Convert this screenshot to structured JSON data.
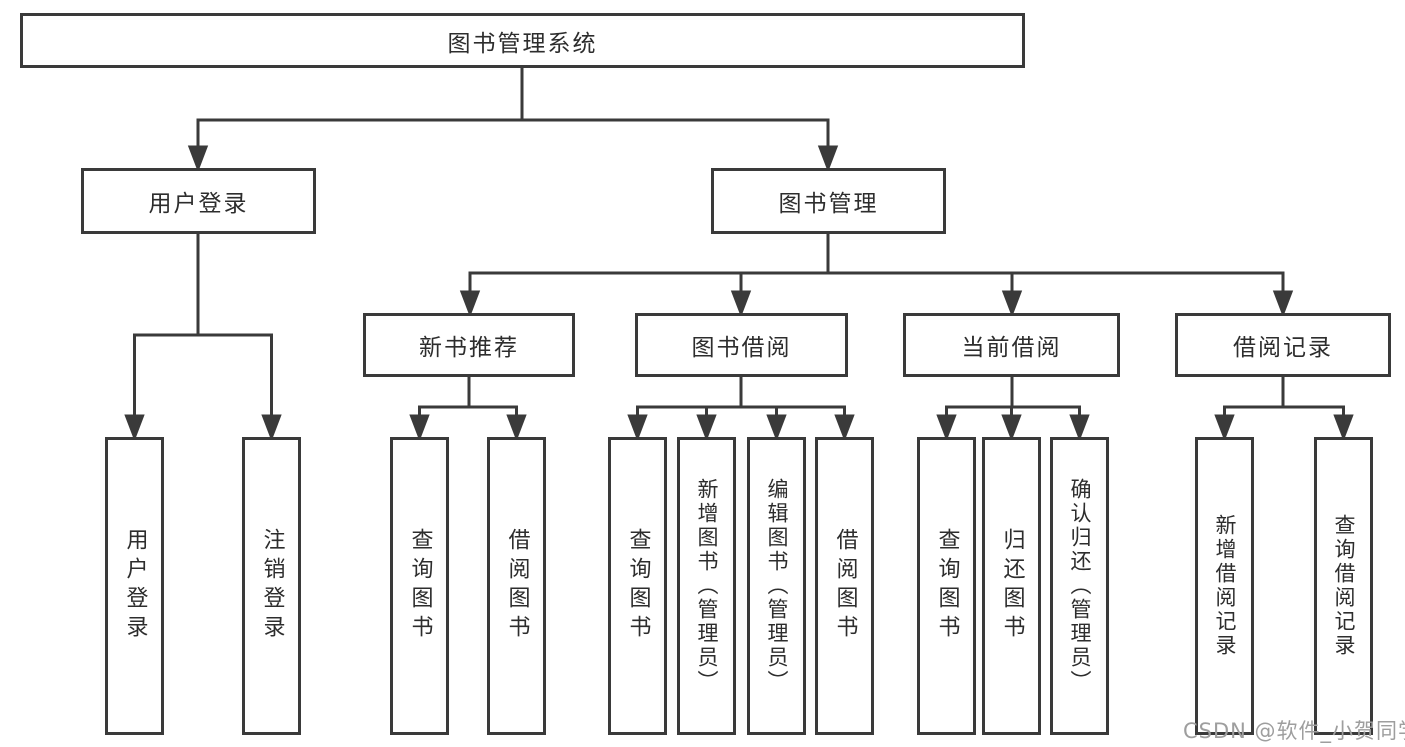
{
  "nodes": {
    "root": {
      "label": "图书管理系统"
    },
    "level2": [
      {
        "label": "用户登录"
      },
      {
        "label": "图书管理"
      }
    ],
    "level3": [
      {
        "label": "新书推荐"
      },
      {
        "label": "图书借阅"
      },
      {
        "label": "当前借阅"
      },
      {
        "label": "借阅记录"
      }
    ],
    "leaves": {
      "user_login": [
        {
          "label": "用户登录"
        },
        {
          "label": "注销登录"
        }
      ],
      "new_book": [
        {
          "label": "查询图书"
        },
        {
          "label": "借阅图书"
        }
      ],
      "book_borrow": [
        {
          "label": "查询图书"
        },
        {
          "label": "新增图书（管理员）"
        },
        {
          "label": "编辑图书（管理员）"
        },
        {
          "label": "借阅图书"
        }
      ],
      "current_borrow": [
        {
          "label": "查询图书"
        },
        {
          "label": "归还图书"
        },
        {
          "label": "确认归还（管理员）"
        }
      ],
      "borrow_record": [
        {
          "label": "新增借阅记录"
        },
        {
          "label": "查询借阅记录"
        }
      ]
    }
  },
  "colors": {
    "line": "#3a3a3a",
    "text": "#2d2d2d",
    "background": "#ffffff",
    "watermark": "#9e9e9e"
  },
  "watermark": {
    "text": "CSDN @软件_小贺同学"
  }
}
